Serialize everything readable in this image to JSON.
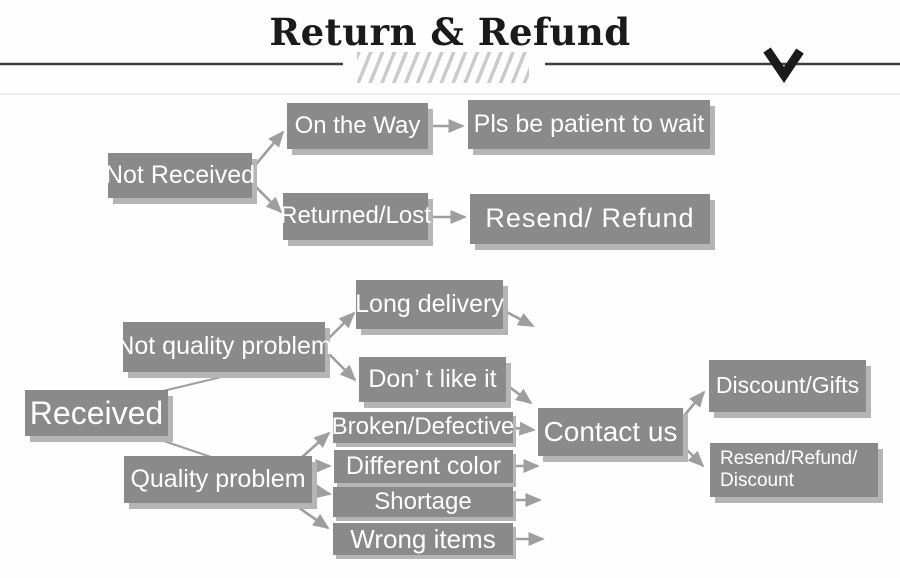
{
  "title": "Return & Refund",
  "colors": {
    "box": "#8a8a8a",
    "shadow": "#b5b5b5",
    "arrow": "#9e9e9e",
    "divider": "#3d3d3d",
    "hatch": "#cbcbcb",
    "title": "#1a1a1a"
  },
  "icons": {
    "checkmark": "checkmark-icon"
  },
  "nodes": {
    "not_received": {
      "label": "Not Received"
    },
    "on_the_way": {
      "label": "On the Way"
    },
    "pls_wait": {
      "label": "Pls be patient to wait"
    },
    "returned_lost": {
      "label": "Returned/Lost"
    },
    "resend_refund": {
      "label": "Resend/ Refund"
    },
    "received": {
      "label": "Received"
    },
    "not_quality": {
      "label": "Not quality problem"
    },
    "long_delivery": {
      "label": "Long delivery"
    },
    "dont_like": {
      "label": "Don’ t like it"
    },
    "quality": {
      "label": "Quality problem"
    },
    "broken": {
      "label": "Broken/Defective"
    },
    "diff_color": {
      "label": "Different color"
    },
    "shortage": {
      "label": "Shortage"
    },
    "wrong_items": {
      "label": "Wrong items"
    },
    "contact_us": {
      "label": "Contact us"
    },
    "discount_gifts": {
      "label": "Discount/Gifts"
    },
    "resend_refund_discount": {
      "label": "Resend/Refund/",
      "label2": "Discount"
    }
  }
}
